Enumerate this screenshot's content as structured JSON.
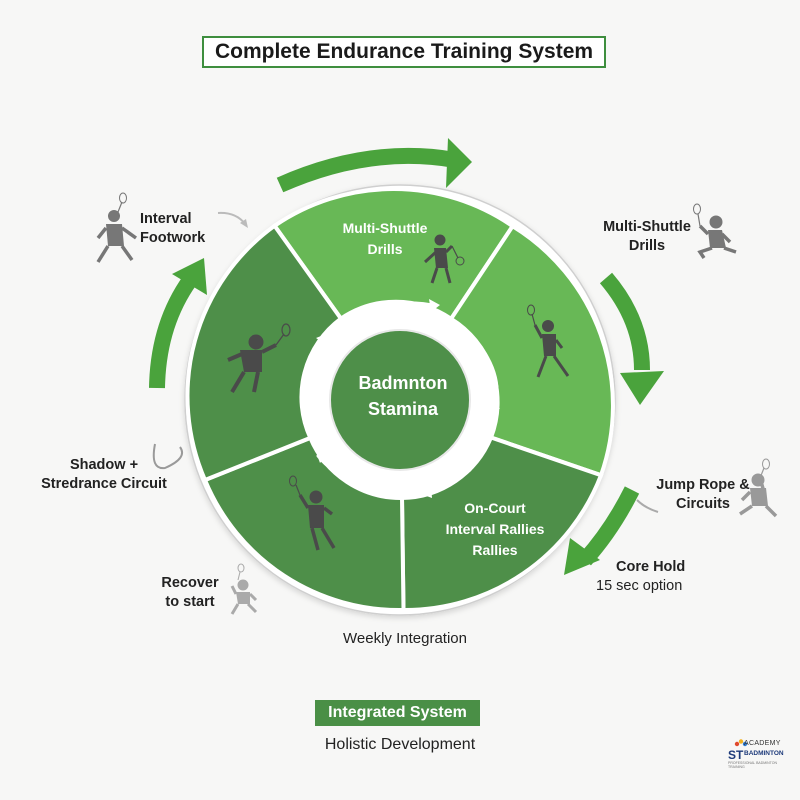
{
  "title": "Complete Endurance Training System",
  "center": {
    "line1": "Badmnton",
    "line2": "Stamina"
  },
  "segments": {
    "top": {
      "line1": "Multi-Shuttle",
      "line2": "Drills"
    },
    "bottom_right": {
      "line1": "On-Court",
      "line2": "Interval Rallies",
      "line3": "Rallies"
    }
  },
  "labels": {
    "interval_footwork": {
      "line1": "Interval",
      "line2": "Footwork"
    },
    "multi_shuttle": {
      "line1": "Multi-Shuttle",
      "line2": "Drills"
    },
    "shadow": {
      "line1": "Shadow +",
      "line2": "Stredrance Circuit"
    },
    "jump_rope": {
      "line1": "Jump Rope &",
      "line2": "Circuits"
    },
    "core_hold": {
      "line1": "Core Hold",
      "line2": "15 sec option"
    },
    "recover": {
      "line1": "Recover",
      "line2": "to start"
    }
  },
  "weekly": "Weekly Integration",
  "badge": "Integrated System",
  "footer": "Holistic Development",
  "logo": {
    "top": "ACADEMY",
    "mark": "ST",
    "name": "BADMINTON",
    "tagline": "PROFESSIONAL BADMINTON TRAINING"
  },
  "colors": {
    "dark_green": "#4e8f49",
    "light_green": "#68b856",
    "arrow_green": "#4aa33c",
    "border": "#ffffff",
    "ring": "#dddddd"
  },
  "icons": [
    "player-icon",
    "cable-icon",
    "arrow-icon"
  ]
}
